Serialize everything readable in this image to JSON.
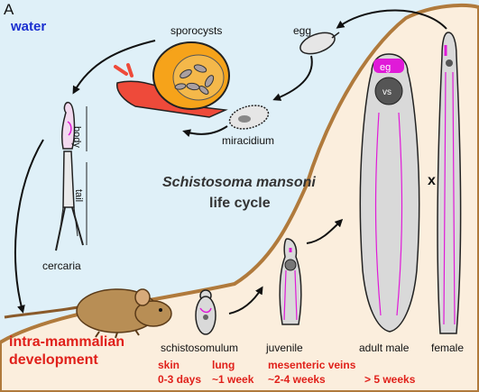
{
  "panel_letter": "A",
  "regions": {
    "water": "water",
    "host": "intra-mammalian development"
  },
  "title": {
    "species": "Schistosoma mansoni",
    "subtitle": "life cycle"
  },
  "stages": {
    "sporocysts": "sporocysts",
    "egg": "egg",
    "miracidium": "miracidium",
    "cercaria": "cercaria",
    "cercaria_body": "body",
    "cercaria_tail": "tail",
    "schistosomulum": "schistosomulum",
    "juvenile": "juvenile",
    "adult_male": "adult male",
    "female": "female",
    "pairing_symbol": "x"
  },
  "organ_labels": {
    "egg_in_female": "eg",
    "vs": "vs"
  },
  "timeline": [
    {
      "site": "skin",
      "duration": "0-3 days"
    },
    {
      "site": "lung",
      "duration": "~1 week"
    },
    {
      "site": "mesenteric veins",
      "duration": "~2-4 weeks"
    },
    {
      "site": "",
      "duration": "> 5 weeks"
    }
  ],
  "colors": {
    "water_bg": "#dff0f8",
    "host_bg": "#fbeedd",
    "boundary": "#b07a3c",
    "accent_red": "#e0201a",
    "water_blue": "#1a2fd0",
    "magenta": "#e01ad8",
    "snail_shell": "#f6a31a",
    "snail_body": "#ee4a3a",
    "worm_fill": "#d9d9d9",
    "mouse": "#b88e55"
  }
}
